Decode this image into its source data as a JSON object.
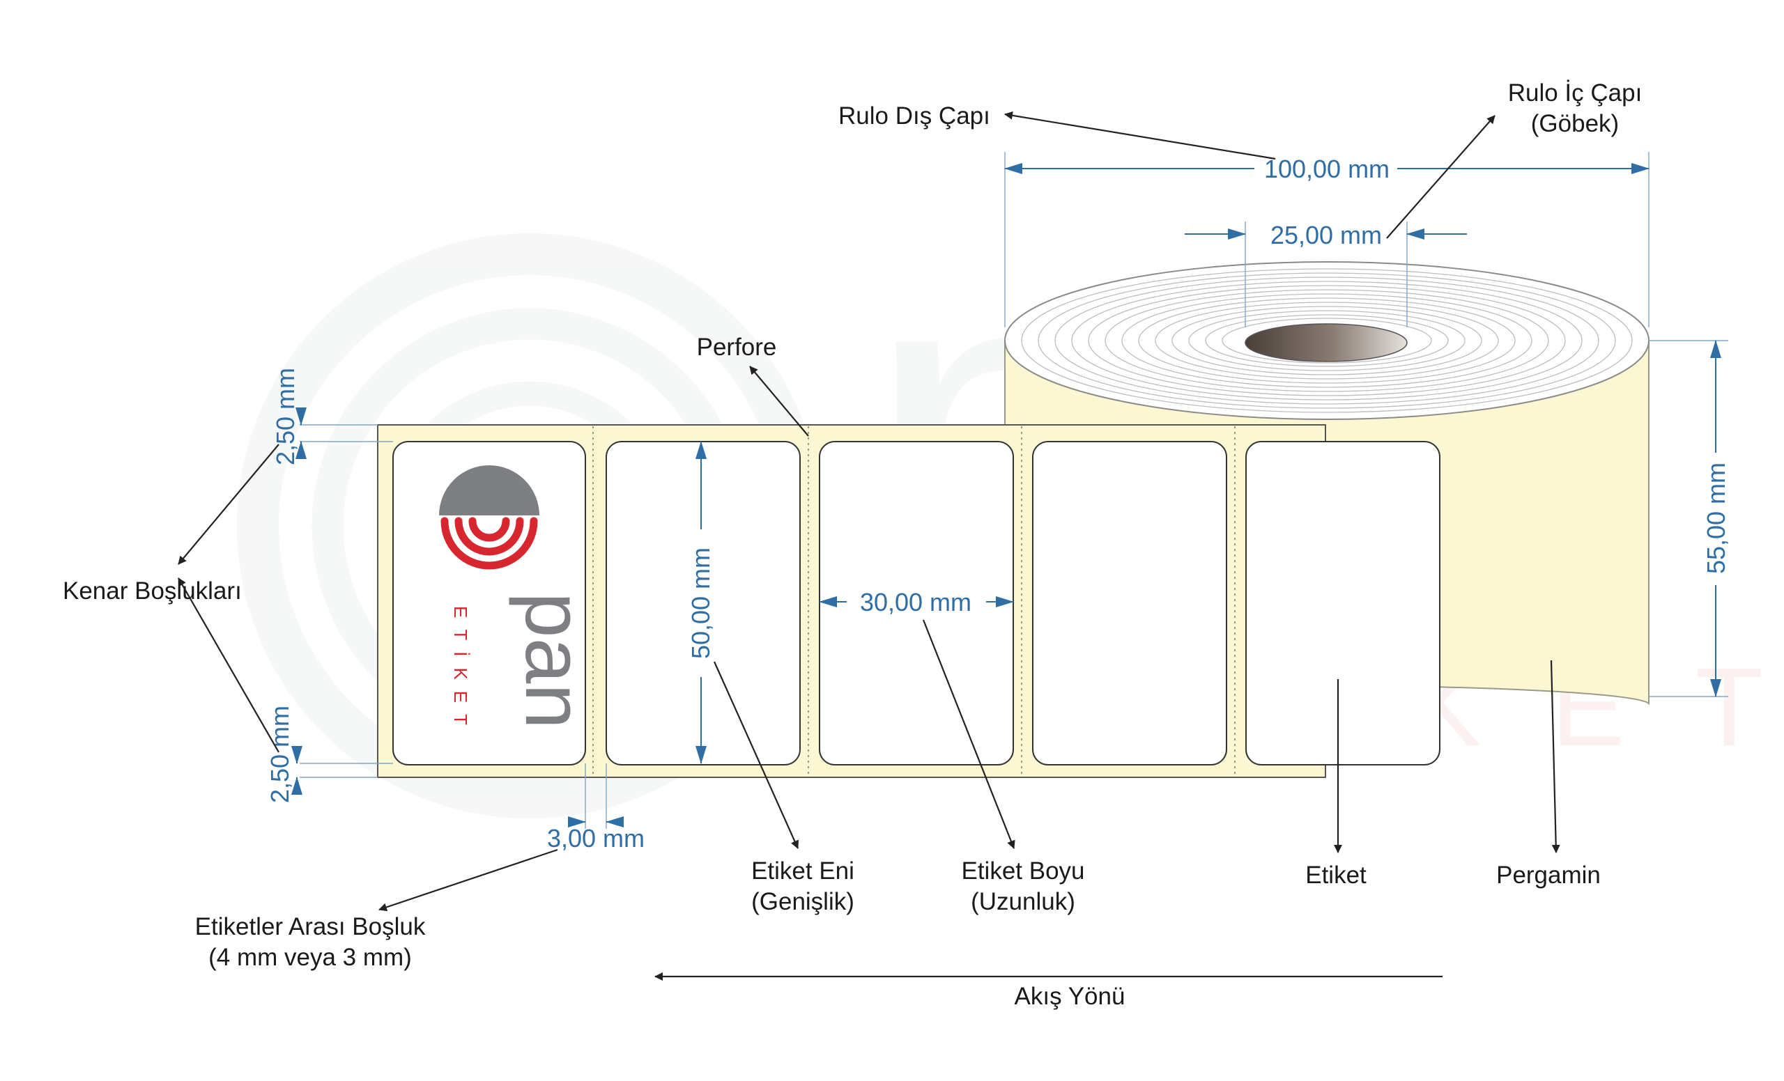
{
  "colors": {
    "liner": "#fbf7d2",
    "label": "#ffffff",
    "dimension": "#2f6ea5",
    "text": "#1a1a1a",
    "logo_gray": "#7d7f82",
    "logo_red": "#d7262d"
  },
  "callouts": {
    "outer_diameter": "Rulo Dış Çapı",
    "inner_diameter_1": "Rulo İç Çapı",
    "inner_diameter_2": "(Göbek)",
    "perforation": "Perfore",
    "edge_margins": "Kenar Boşlukları",
    "label_gap_1": "Etiketler Arası Boşluk",
    "label_gap_2": "(4 mm veya 3 mm)",
    "label_width_1": "Etiket Eni",
    "label_width_2": "(Genişlik)",
    "label_length_1": "Etiket Boyu",
    "label_length_2": "(Uzunluk)",
    "label": "Etiket",
    "liner": "Pergamin",
    "flow_direction": "Akış Yönü"
  },
  "dimensions": {
    "outer_diameter": "100,00 mm",
    "inner_diameter": "25,00 mm",
    "roll_width": "55,00 mm",
    "label_height": "50,00 mm",
    "label_length": "30,00 mm",
    "top_margin": "2,50 mm",
    "bottom_margin": "2,50 mm",
    "label_gap": "3,00 mm"
  },
  "logo": {
    "brand": "pan",
    "sub": "ETİKET"
  },
  "watermark": {
    "brand": "pan",
    "sub": "ETİKET"
  }
}
